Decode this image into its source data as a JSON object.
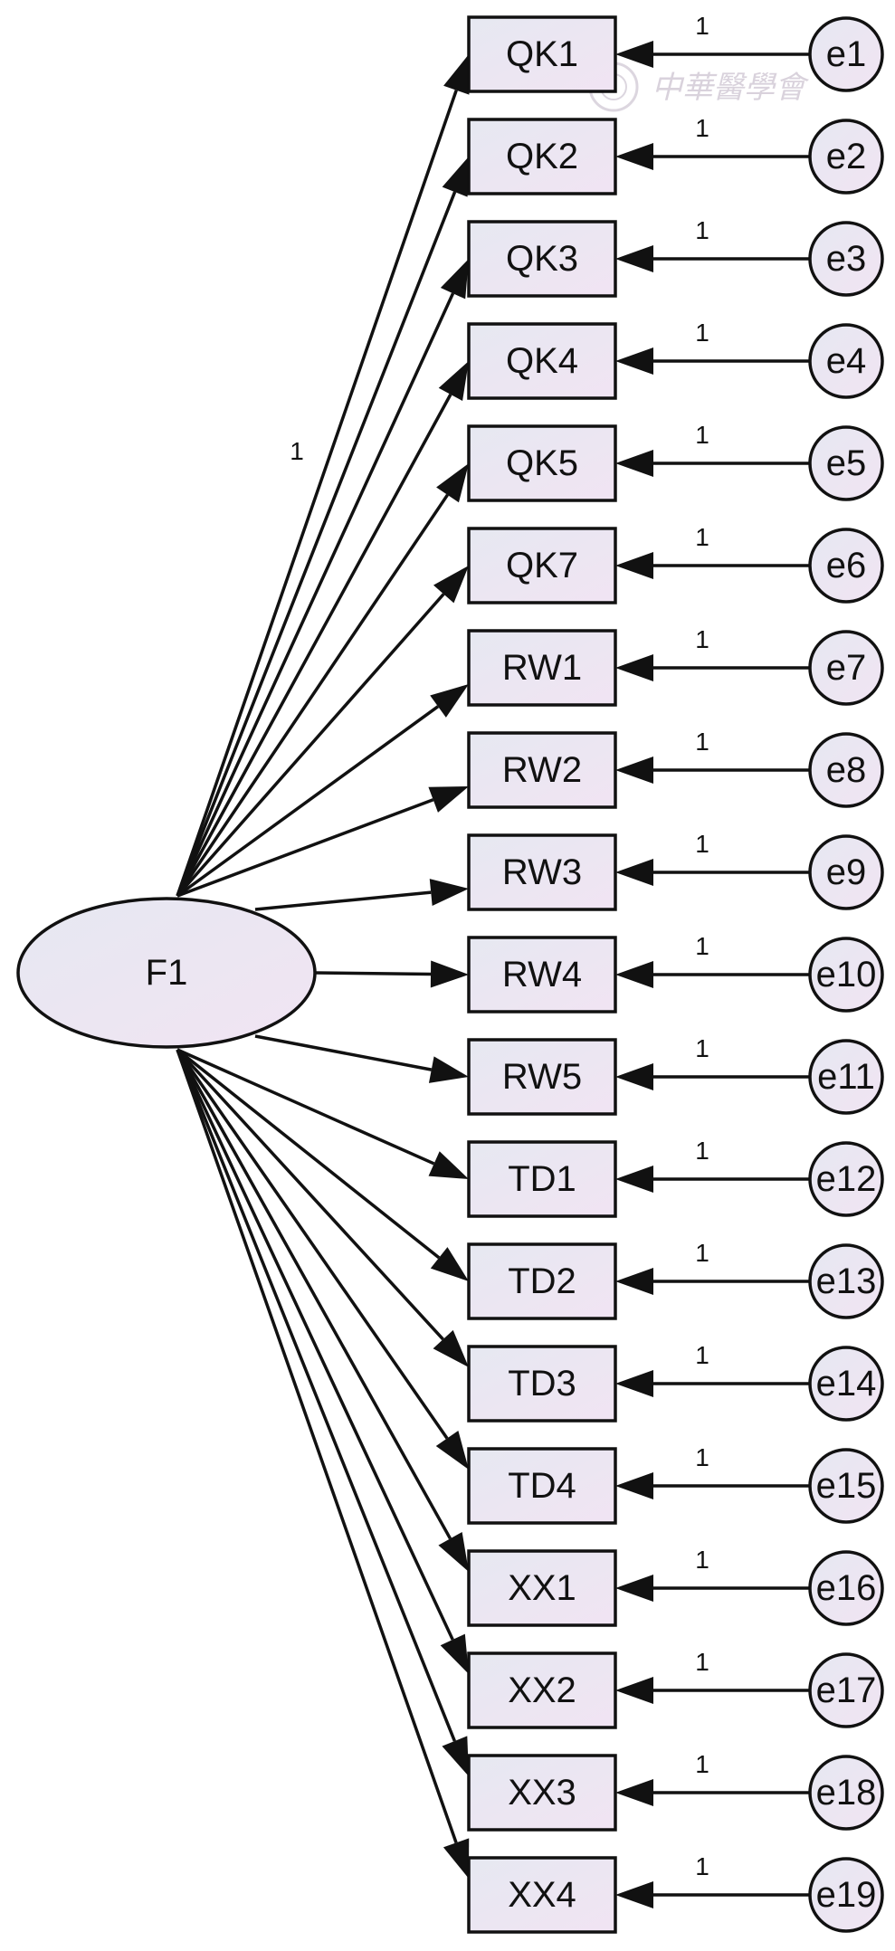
{
  "latent": {
    "label": "F1"
  },
  "loading_labels": [
    "1"
  ],
  "error_path_label": "1",
  "observed": [
    {
      "label": "QK1",
      "error": "e1"
    },
    {
      "label": "QK2",
      "error": "e2"
    },
    {
      "label": "QK3",
      "error": "e3"
    },
    {
      "label": "QK4",
      "error": "e4"
    },
    {
      "label": "QK5",
      "error": "e5"
    },
    {
      "label": "QK7",
      "error": "e6"
    },
    {
      "label": "RW1",
      "error": "e7"
    },
    {
      "label": "RW2",
      "error": "e8"
    },
    {
      "label": "RW3",
      "error": "e9"
    },
    {
      "label": "RW4",
      "error": "e10"
    },
    {
      "label": "RW5",
      "error": "e11"
    },
    {
      "label": "TD1",
      "error": "e12"
    },
    {
      "label": "TD2",
      "error": "e13"
    },
    {
      "label": "TD3",
      "error": "e14"
    },
    {
      "label": "TD4",
      "error": "e15"
    },
    {
      "label": "XX1",
      "error": "e16"
    },
    {
      "label": "XX2",
      "error": "e17"
    },
    {
      "label": "XX3",
      "error": "e18"
    },
    {
      "label": "XX4",
      "error": "e19"
    }
  ],
  "watermark": {
    "text": "中華醫學會"
  },
  "colors": {
    "stroke": "#111111",
    "fill_light": "#e6e8f1",
    "fill_tint": "#f1e4f3"
  }
}
